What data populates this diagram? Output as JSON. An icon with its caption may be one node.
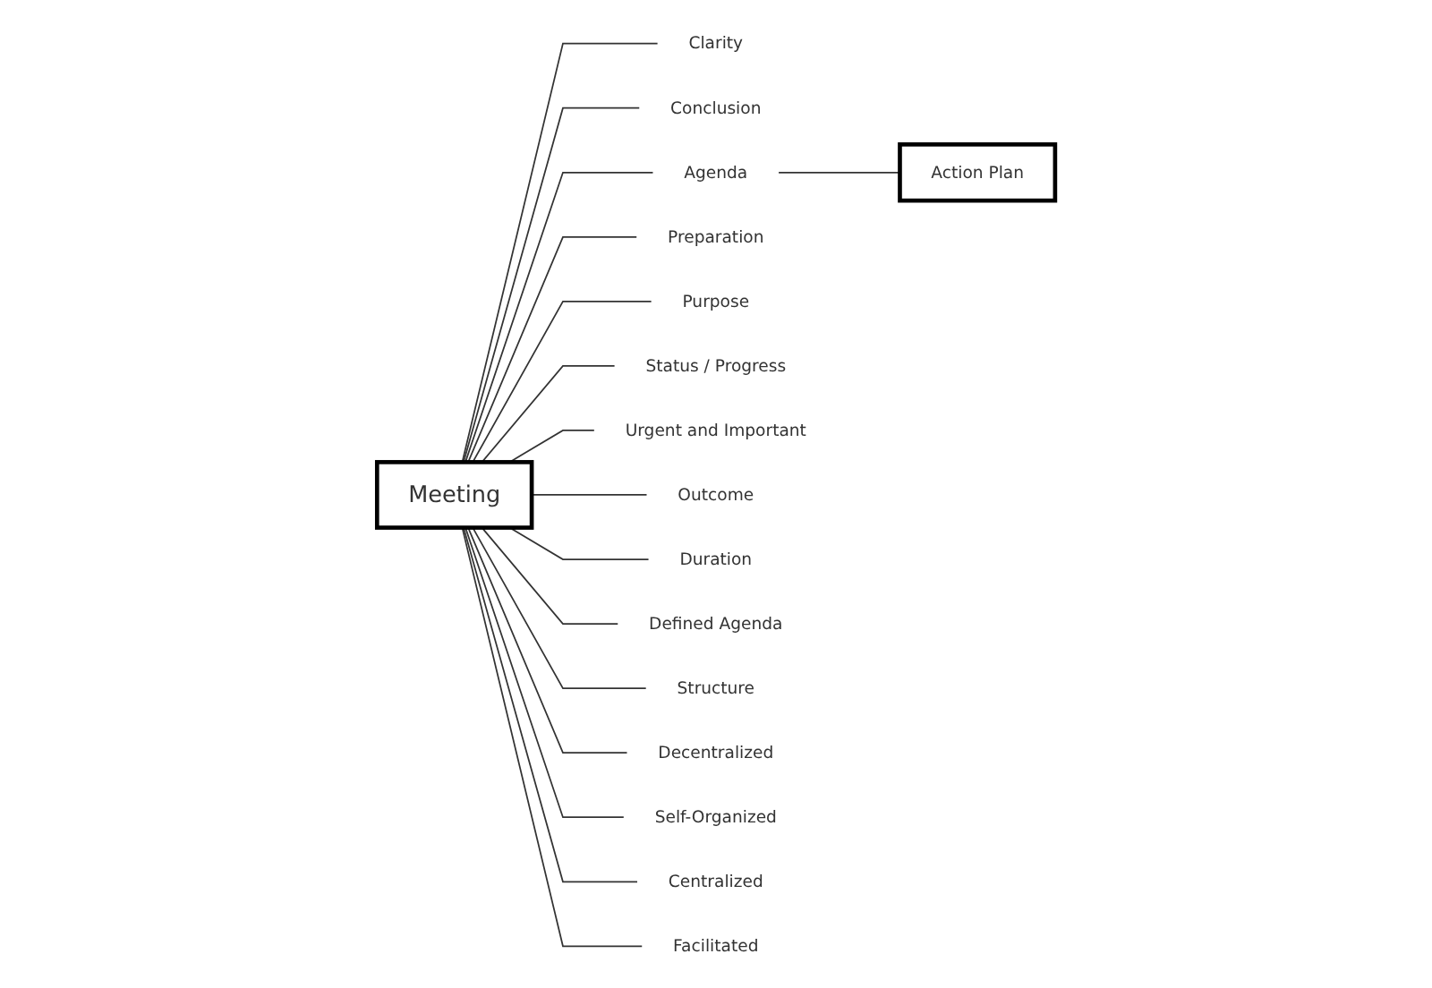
{
  "diagram": {
    "nodes": [
      {
        "text": [
          "Meeting"
        ]
      },
      {
        "text": [
          "Action Plan"
        ]
      },
      {
        "text": [
          "Clarity"
        ]
      },
      {
        "text": [
          "Conclusion"
        ]
      },
      {
        "text": [
          "Agenda"
        ]
      },
      {
        "text": [
          "Preparation"
        ]
      },
      {
        "text": [
          "Purpose"
        ]
      },
      {
        "text": [
          "Status / Progress"
        ]
      },
      {
        "text": [
          "Urgent and Important"
        ]
      },
      {
        "text": [
          "Outcome"
        ]
      },
      {
        "text": [
          "Duration"
        ]
      },
      {
        "text": [
          "Defined Agenda"
        ]
      },
      {
        "text": [
          "Structure"
        ]
      },
      {
        "text": [
          "Decentralized"
        ]
      },
      {
        "text": [
          "Self-Organized"
        ]
      },
      {
        "text": [
          "Centralized"
        ]
      },
      {
        "text": [
          "Facilitated"
        ]
      }
    ],
    "edges": [
      {
        "from": 4,
        "to": 1,
        "arrow": "none"
      },
      {
        "from": 0,
        "to": 2,
        "arrow": "none"
      },
      {
        "from": 0,
        "to": 3,
        "arrow": "none"
      },
      {
        "from": 0,
        "to": 4,
        "arrow": "none"
      },
      {
        "from": 0,
        "to": 5,
        "arrow": "none"
      },
      {
        "from": 0,
        "to": 6,
        "arrow": "none"
      },
      {
        "from": 0,
        "to": 7,
        "arrow": "none"
      },
      {
        "from": 0,
        "to": 8,
        "arrow": "none"
      },
      {
        "from": 0,
        "to": 9,
        "arrow": "none"
      },
      {
        "from": 0,
        "to": 10,
        "arrow": "none"
      },
      {
        "from": 0,
        "to": 11,
        "arrow": "none"
      },
      {
        "from": 0,
        "to": 12,
        "arrow": "none"
      },
      {
        "from": 0,
        "to": 13,
        "arrow": "none"
      },
      {
        "from": 0,
        "to": 14,
        "arrow": "none"
      },
      {
        "from": 0,
        "to": 15,
        "arrow": "none"
      },
      {
        "from": 0,
        "to": 16,
        "arrow": "none"
      }
    ]
  }
}
